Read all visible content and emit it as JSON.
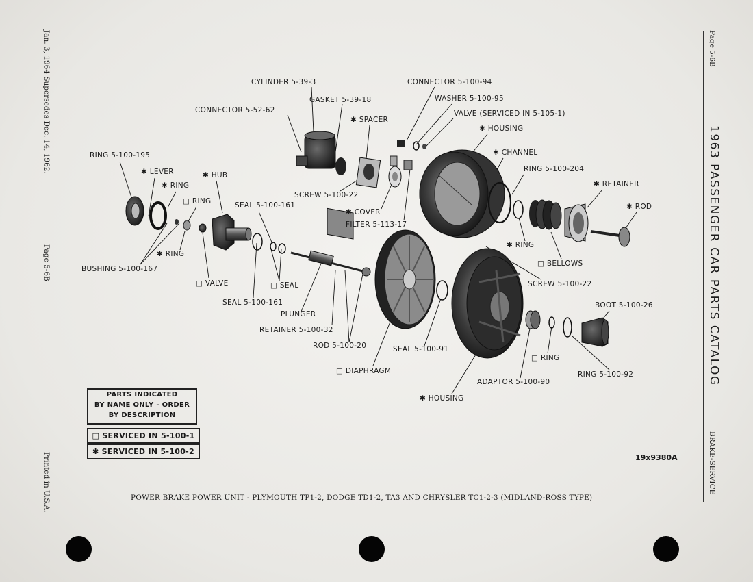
{
  "left_margin": {
    "date_line": "Jan. 3, 1964 Supersedes Dec. 14, 1962.",
    "page": "Page 5-6B",
    "printed": "Printed in U.S.A."
  },
  "right_margin": {
    "page": "Page 5-6B",
    "catalog_title": "1963 PASSENGER CAR PARTS CATALOG",
    "section": "BRAKE-SERVICE"
  },
  "callouts": {
    "cylinder": "CYLINDER 5-39-3",
    "gasket": "GASKET 5-39-18",
    "connector_52": "CONNECTOR 5-52-62",
    "connector_100": "CONNECTOR 5-100-94",
    "washer": "WASHER 5-100-95",
    "valve_serviced": "VALVE (SERVICED IN 5-105-1)",
    "spacer": "✱ SPACER",
    "housing_top": "✱ HOUSING",
    "channel": "✱ CHANNEL",
    "ring_204": "RING 5-100-204",
    "retainer_top": "✱ RETAINER",
    "rod_star": "✱ ROD",
    "ring_195": "RING 5-100-195",
    "lever": "✱ LEVER",
    "hub": "✱ HUB",
    "ring_star_1": "✱ RING",
    "ring_box_1": "□ RING",
    "seal_161_top": "SEAL 5-100-161",
    "screw_22_top": "SCREW 5-100-22",
    "cover": "✱ COVER",
    "filter": "FILTER 5-113-17",
    "ring_star_2": "✱ RING",
    "bellows": "□ BELLOWS",
    "screw_22_bottom": "SCREW 5-100-22",
    "ring_star_3": "✱ RING",
    "bushing": "BUSHING 5-100-167",
    "valve_box": "□ VALVE",
    "seal_box": "□ SEAL",
    "seal_161_bottom": "SEAL 5-100-161",
    "plunger": "PLUNGER",
    "retainer_32": "RETAINER 5-100-32",
    "rod_20": "ROD 5-100-20",
    "seal_91": "SEAL 5-100-91",
    "diaphragm": "□ DIAPHRAGM",
    "boot": "BOOT 5-100-26",
    "ring_box_2": "□ RING",
    "ring_92": "RING 5-100-92",
    "adaptor": "ADAPTOR 5-100-90",
    "housing_bottom": "✱ HOUSING"
  },
  "legend": {
    "line1": "PARTS INDICATED",
    "line2": "BY NAME ONLY - ORDER",
    "line3": "BY DESCRIPTION",
    "serviced_box": "□ SERVICED IN 5-100-1",
    "serviced_star": "✱ SERVICED IN 5-100-2"
  },
  "figure_number": "19x9380A",
  "caption": "POWER BRAKE POWER UNIT - PLYMOUTH TP1-2, DODGE TD1-2, TA3 AND CHRYSLER TC1-2-3 (MIDLAND-ROSS TYPE)"
}
